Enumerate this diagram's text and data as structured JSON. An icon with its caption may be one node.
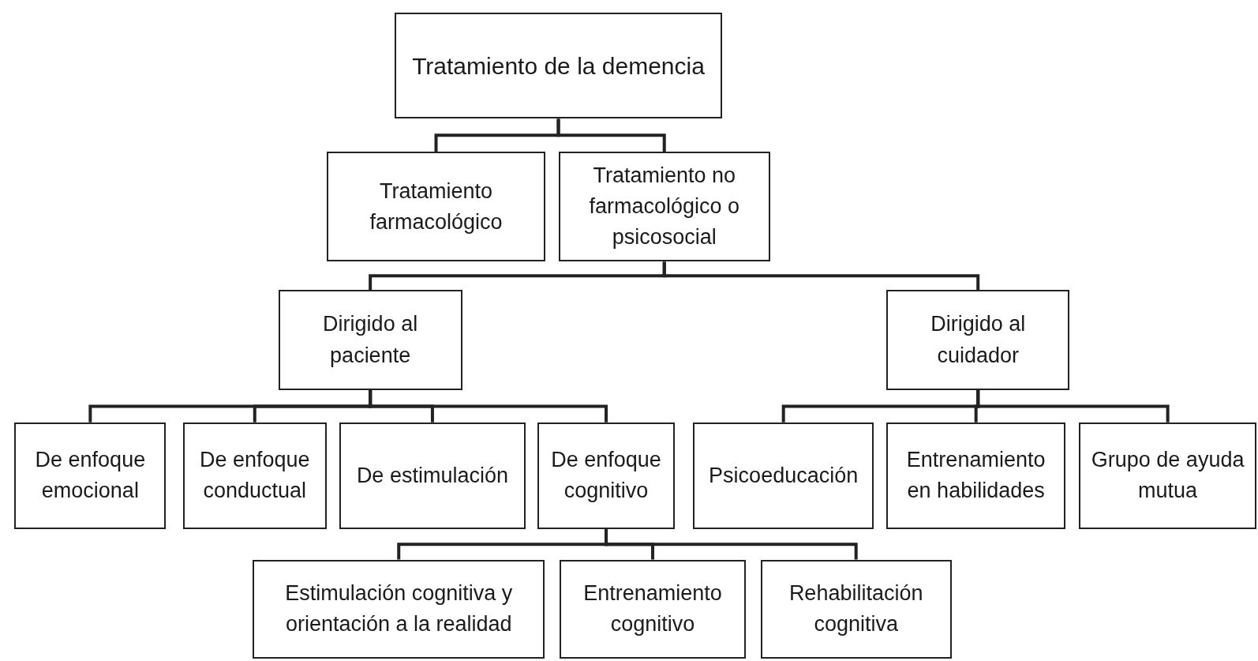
{
  "diagram": {
    "nodes": [
      {
        "text": [
          "Tratamiento de la demencia"
        ]
      },
      {
        "text": [
          "Tratamiento farmacológico"
        ]
      },
      {
        "text": [
          "Tratamiento no farmacológico o psicosocial"
        ]
      },
      {
        "text": [
          "Dirigido al paciente"
        ]
      },
      {
        "text": [
          "Dirigido al cuidador"
        ]
      },
      {
        "text": [
          "De enfoque emocional"
        ]
      },
      {
        "text": [
          "De enfoque conductual"
        ]
      },
      {
        "text": [
          "De estimulación"
        ]
      },
      {
        "text": [
          "De enfoque cognitivo"
        ]
      },
      {
        "text": [
          "Psicoeducación"
        ]
      },
      {
        "text": [
          "Entrenamiento en habilidades"
        ]
      },
      {
        "text": [
          "Grupo de ayuda mutua"
        ]
      },
      {
        "text": [
          "Estimulación cognitiva y orientación a la realidad"
        ]
      },
      {
        "text": [
          "Entrenamiento cognitivo"
        ]
      },
      {
        "text": [
          "Rehabilitación cognitiva"
        ]
      }
    ],
    "edges": [
      {
        "from": 0,
        "to": 1,
        "arrow": "none"
      },
      {
        "from": 0,
        "to": 2,
        "arrow": "none"
      },
      {
        "from": 2,
        "to": 3,
        "arrow": "none"
      },
      {
        "from": 2,
        "to": 4,
        "arrow": "none"
      },
      {
        "from": 3,
        "to": 5,
        "arrow": "none"
      },
      {
        "from": 3,
        "to": 6,
        "arrow": "none"
      },
      {
        "from": 3,
        "to": 7,
        "arrow": "none"
      },
      {
        "from": 3,
        "to": 8,
        "arrow": "none"
      },
      {
        "from": 4,
        "to": 9,
        "arrow": "none"
      },
      {
        "from": 4,
        "to": 10,
        "arrow": "none"
      },
      {
        "from": 4,
        "to": 11,
        "arrow": "none"
      },
      {
        "from": 8,
        "to": 12,
        "arrow": "none"
      },
      {
        "from": 8,
        "to": 13,
        "arrow": "none"
      },
      {
        "from": 8,
        "to": 14,
        "arrow": "none"
      }
    ]
  }
}
